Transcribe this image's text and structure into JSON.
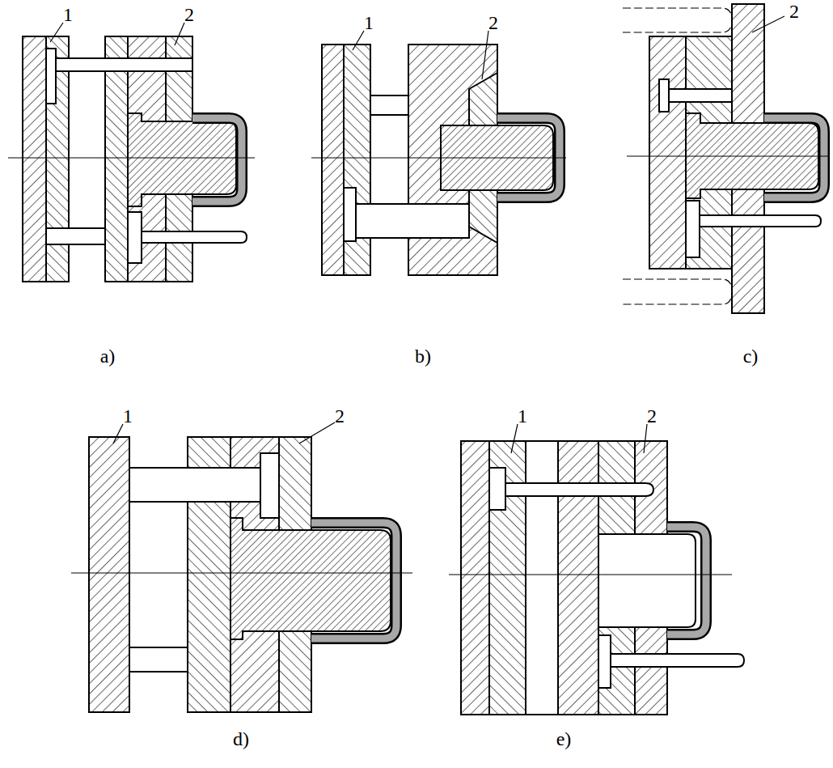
{
  "diagram": {
    "labels": [
      "1",
      "2",
      "1",
      "2",
      "2",
      "a)",
      "b)",
      "c)",
      "1",
      "2",
      "1",
      "2",
      "d)",
      "e)"
    ]
  }
}
